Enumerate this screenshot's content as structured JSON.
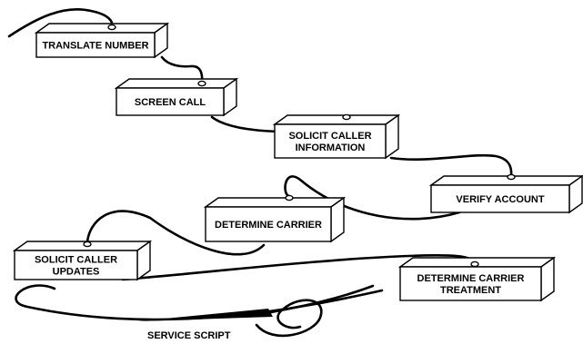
{
  "diagram": {
    "nodes": [
      {
        "id": "translate-number",
        "lines": [
          "TRANSLATE NUMBER"
        ]
      },
      {
        "id": "screen-call",
        "lines": [
          "SCREEN CALL"
        ]
      },
      {
        "id": "solicit-caller-information",
        "lines": [
          "SOLICIT CALLER",
          "INFORMATION"
        ]
      },
      {
        "id": "verify-account",
        "lines": [
          "VERIFY ACCOUNT"
        ]
      },
      {
        "id": "determine-carrier",
        "lines": [
          "DETERMINE CARRIER"
        ]
      },
      {
        "id": "solicit-caller-updates",
        "lines": [
          "SOLICIT CALLER",
          "UPDATES"
        ]
      },
      {
        "id": "determine-carrier-treatment",
        "lines": [
          "DETERMINE CARRIER",
          "TREATMENT"
        ]
      }
    ],
    "caption": "SERVICE SCRIPT"
  }
}
